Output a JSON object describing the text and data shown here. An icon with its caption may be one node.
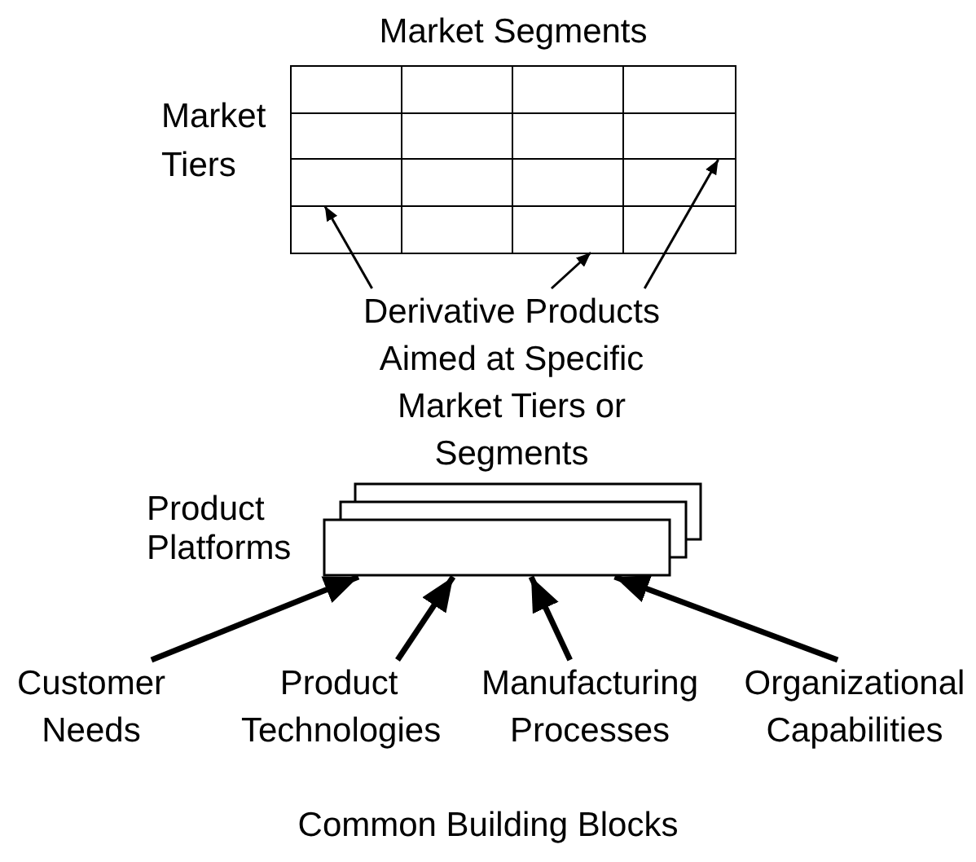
{
  "diagram": {
    "nodes": [
      {
        "text": [
          "Market Segments"
        ],
        "beside": [
          "Market Tiers"
        ]
      },
      {
        "text": [],
        "shape": "box",
        "in": 0
      },
      {
        "text": [],
        "shape": "box",
        "in": 0
      },
      {
        "text": [],
        "shape": "box",
        "in": 0
      },
      {
        "text": [
          "Derivative Products Aimed at Specific Market Tiers or Segments"
        ]
      },
      {
        "text": [
          "Product Platforms"
        ]
      },
      {
        "text": [
          "Customer Needs"
        ]
      },
      {
        "text": [
          "Product Technologies"
        ]
      },
      {
        "text": [
          "Manufacturing Processes"
        ]
      },
      {
        "text": [
          "Organizational Capabilities"
        ]
      }
    ],
    "edges": [
      {
        "from": 4,
        "to": 2,
        "arrow": "to"
      },
      {
        "from": 4,
        "to": 3,
        "arrow": "to"
      },
      {
        "from": 4,
        "to": 1,
        "arrow": "to"
      },
      {
        "from": 6,
        "to": 5,
        "arrow": "to"
      },
      {
        "from": 7,
        "to": 5,
        "arrow": "to"
      },
      {
        "from": 8,
        "to": 5,
        "arrow": "to"
      },
      {
        "from": 9,
        "to": 5,
        "arrow": "to"
      }
    ],
    "labels": [
      "Common Building Blocks"
    ]
  }
}
